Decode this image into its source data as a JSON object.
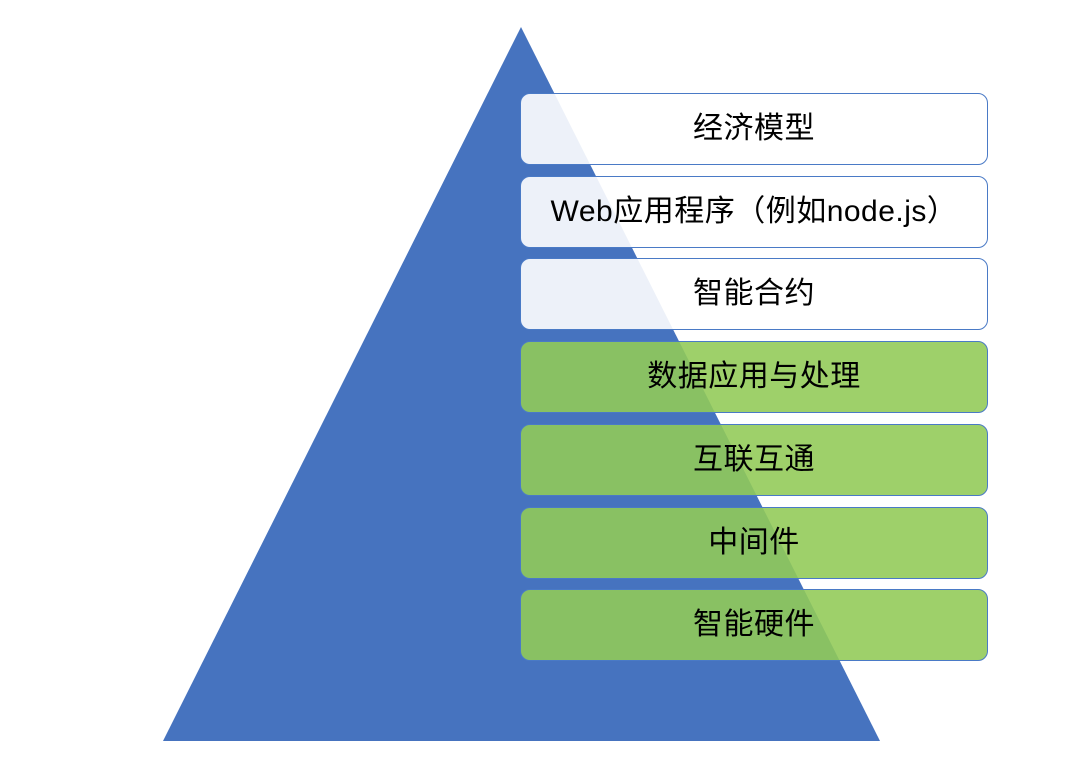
{
  "diagram": {
    "type": "pyramid-layer-list",
    "layers": [
      {
        "label": "经济模型",
        "style": "light"
      },
      {
        "label": "Web应用程序（例如node.js）",
        "style": "light"
      },
      {
        "label": "智能合约",
        "style": "light"
      },
      {
        "label": "数据应用与处理",
        "style": "green"
      },
      {
        "label": "互联互通",
        "style": "green"
      },
      {
        "label": "中间件",
        "style": "green"
      },
      {
        "label": "智能硬件",
        "style": "green"
      }
    ],
    "colors": {
      "triangle": "#4673BF",
      "layer_border": "#4A7AC6",
      "light_fill": "rgba(255,255,255,0.9)",
      "green_fill": "rgba(146,202,88,0.89)",
      "text": "#000000"
    }
  }
}
